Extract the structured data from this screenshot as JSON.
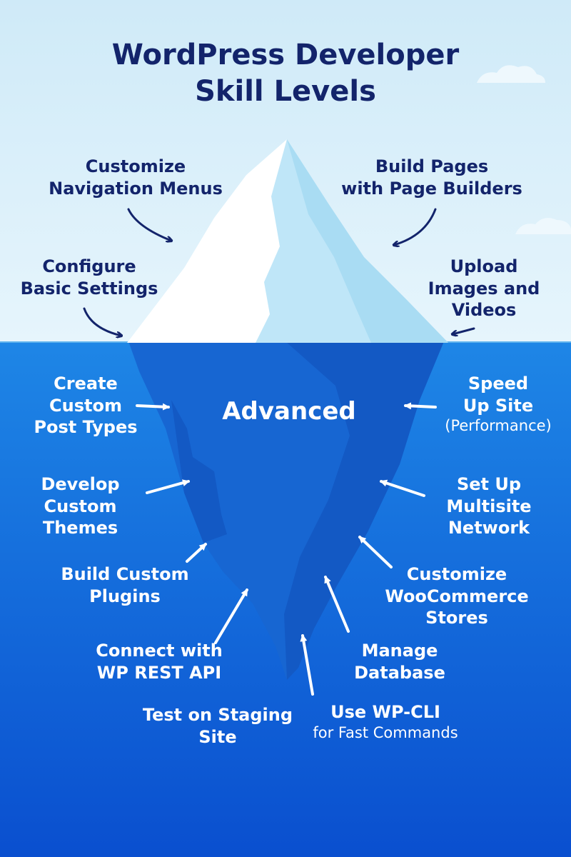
{
  "title": {
    "line1": "WordPress Developer",
    "line2": "Skill Levels"
  },
  "center_label": "Advanced",
  "above_water": {
    "navigation": [
      "Customize",
      "Navigation Menus"
    ],
    "page_builders": [
      "Build Pages",
      "with Page Builders"
    ],
    "basic_settings": [
      "Configure",
      "Basic Settings"
    ],
    "media": [
      "Upload",
      "Images and",
      "Videos"
    ]
  },
  "below_water": {
    "post_types": [
      "Create",
      "Custom",
      "Post Types"
    ],
    "performance": [
      "Speed",
      "Up Site",
      "(Performance)"
    ],
    "themes": [
      "Develop",
      "Custom",
      "Themes"
    ],
    "multisite": [
      "Set Up",
      "Multisite",
      "Network"
    ],
    "plugins": [
      "Build Custom",
      "Plugins"
    ],
    "woocommerce": [
      "Customize",
      "WooCommerce",
      "Stores"
    ],
    "rest_api": [
      "Connect with",
      "WP REST API"
    ],
    "database": [
      "Manage",
      "Database"
    ],
    "staging": [
      "Test on Staging",
      "Site"
    ],
    "wp_cli": [
      "Use WP-CLI",
      "for Fast Commands"
    ]
  },
  "colors": {
    "sky_top": "#cfeaf8",
    "sky_bottom": "#e6f5fc",
    "water_top": "#1e86e6",
    "water_bottom": "#0a4fcf",
    "iceberg_light": "#ffffff",
    "iceberg_shade": "#bfe6f8",
    "underwater_ice": "#1766d2",
    "underwater_shade": "#1359c4",
    "title_text": "#13246b",
    "arrow_dark": "#13246b",
    "arrow_light": "#ffffff"
  }
}
